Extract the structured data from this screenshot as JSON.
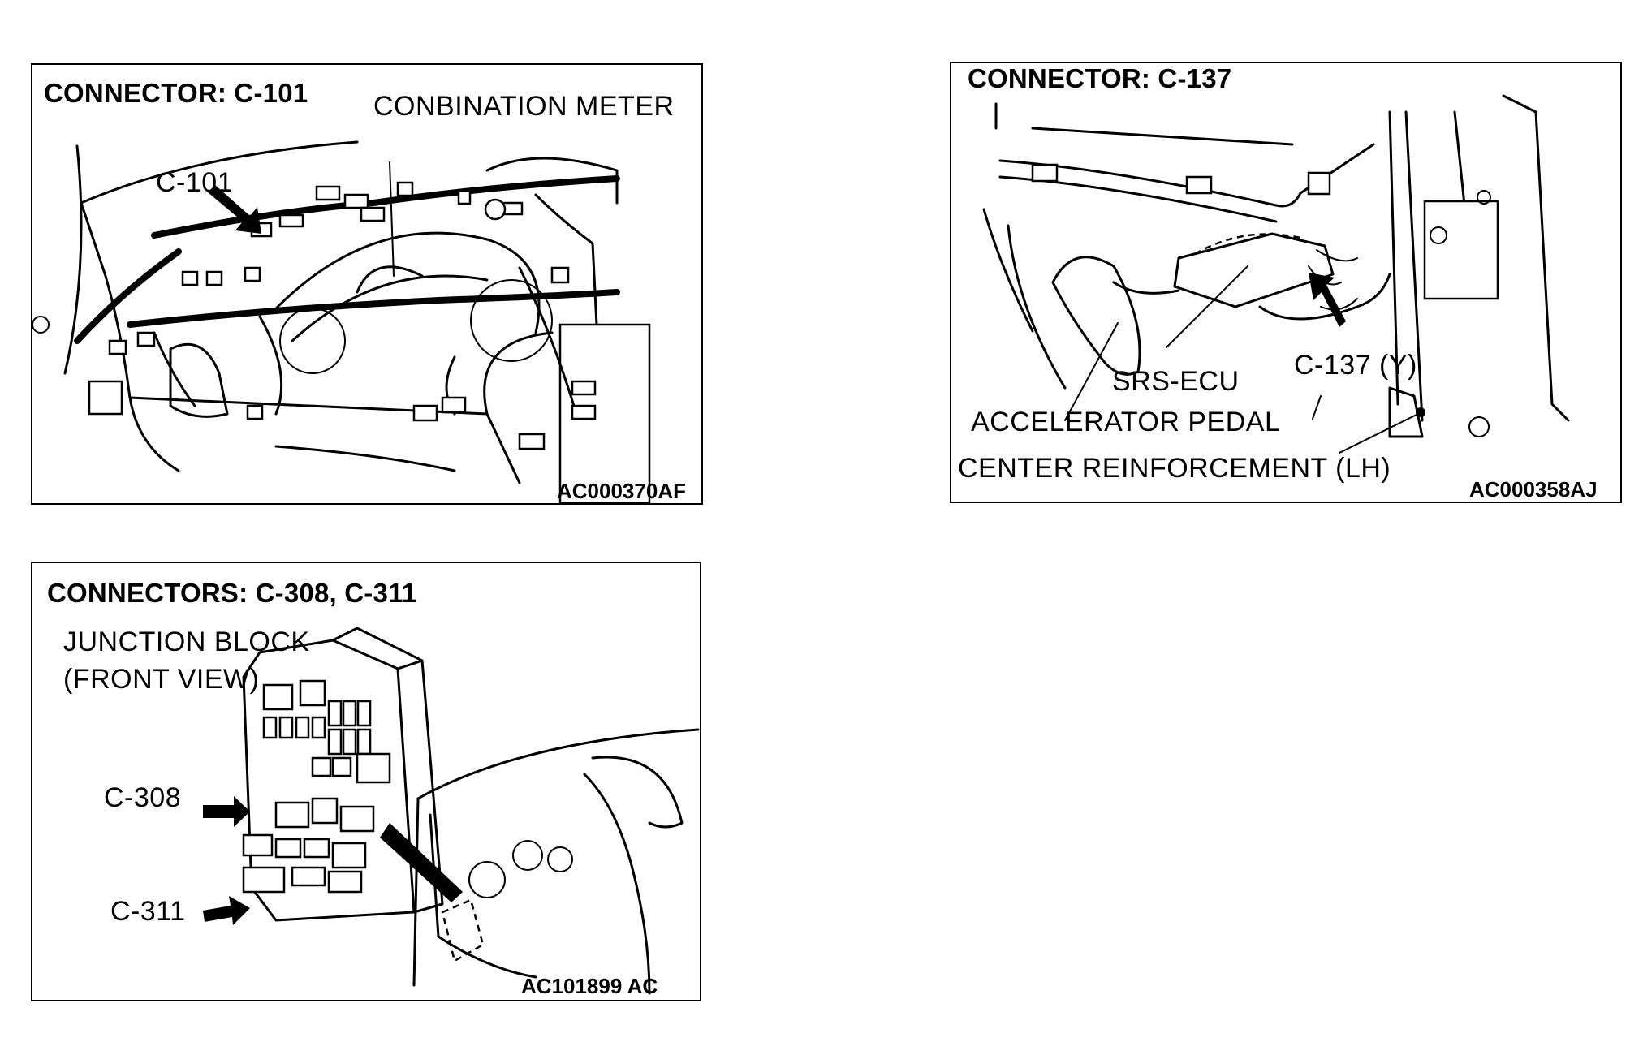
{
  "panels": {
    "c101": {
      "title": "CONNECTOR: C-101",
      "label_meter": "CONBINATION METER",
      "label_connector": "C-101",
      "code": "AC000370AF"
    },
    "c137": {
      "title": "CONNECTOR: C-137",
      "label_srs": "SRS-ECU",
      "label_connector": "C-137 (Y)",
      "label_pedal": "ACCELERATOR PEDAL",
      "label_reinforcement": "CENTER REINFORCEMENT (LH)",
      "code": "AC000358AJ"
    },
    "c308": {
      "title": "CONNECTORS: C-308, C-311",
      "label_block": "JUNCTION BLOCK",
      "label_view": "(FRONT VIEW)",
      "label_c308": "C-308",
      "label_c311": "C-311",
      "code": "AC101899 AC"
    }
  }
}
